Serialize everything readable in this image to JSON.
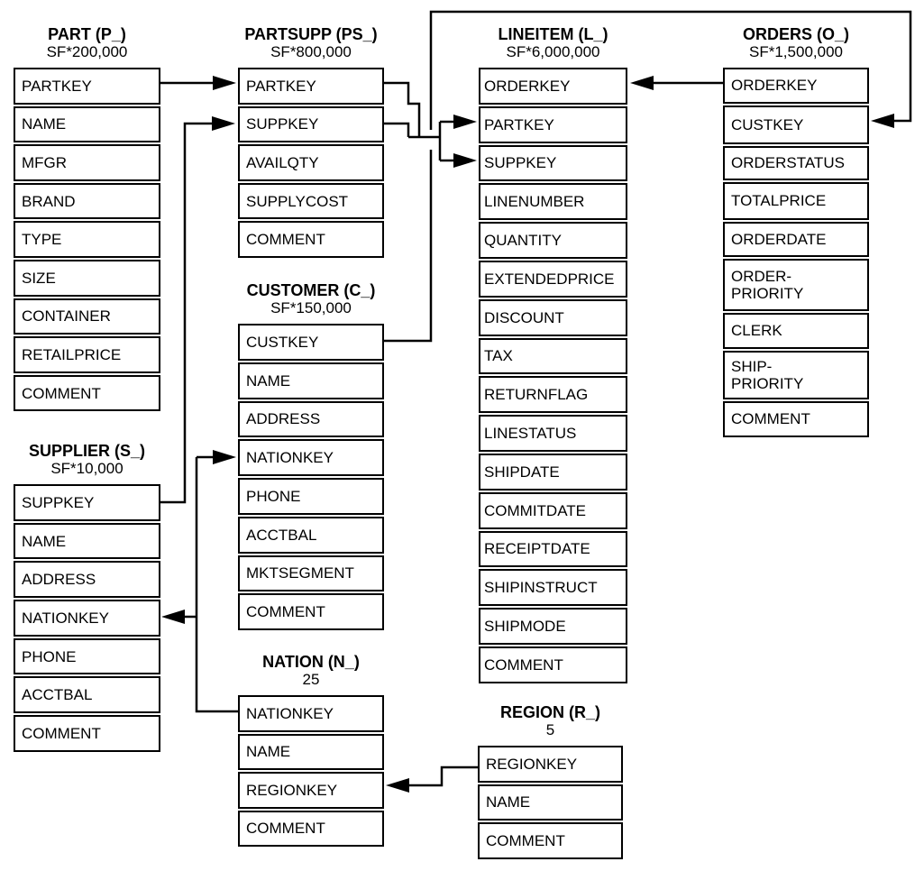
{
  "tables": {
    "part": {
      "title": "PART (P_)",
      "cardinality": "SF*200,000",
      "fields": [
        "PARTKEY",
        "NAME",
        "MFGR",
        "BRAND",
        "TYPE",
        "SIZE",
        "CONTAINER",
        "RETAILPRICE",
        "COMMENT"
      ]
    },
    "partsupp": {
      "title": "PARTSUPP (PS_)",
      "cardinality": "SF*800,000",
      "fields": [
        "PARTKEY",
        "SUPPKEY",
        "AVAILQTY",
        "SUPPLYCOST",
        "COMMENT"
      ]
    },
    "lineitem": {
      "title": "LINEITEM (L_)",
      "cardinality": "SF*6,000,000",
      "fields": [
        "ORDERKEY",
        "PARTKEY",
        "SUPPKEY",
        "LINENUMBER",
        "QUANTITY",
        "EXTENDEDPRICE",
        "DISCOUNT",
        "TAX",
        "RETURNFLAG",
        "LINESTATUS",
        "SHIPDATE",
        "COMMITDATE",
        "RECEIPTDATE",
        "SHIPINSTRUCT",
        "SHIPMODE",
        "COMMENT"
      ]
    },
    "orders": {
      "title": "ORDERS (O_)",
      "cardinality": "SF*1,500,000",
      "fields": [
        "ORDERKEY",
        "CUSTKEY",
        "ORDERSTATUS",
        "TOTALPRICE",
        "ORDERDATE",
        "ORDER-\nPRIORITY",
        "CLERK",
        "SHIP-\nPRIORITY",
        "COMMENT"
      ]
    },
    "customer": {
      "title": "CUSTOMER (C_)",
      "cardinality": "SF*150,000",
      "fields": [
        "CUSTKEY",
        "NAME",
        "ADDRESS",
        "NATIONKEY",
        "PHONE",
        "ACCTBAL",
        "MKTSEGMENT",
        "COMMENT"
      ]
    },
    "supplier": {
      "title": "SUPPLIER (S_)",
      "cardinality": "SF*10,000",
      "fields": [
        "SUPPKEY",
        "NAME",
        "ADDRESS",
        "NATIONKEY",
        "PHONE",
        "ACCTBAL",
        "COMMENT"
      ]
    },
    "nation": {
      "title": "NATION (N_)",
      "cardinality": "25",
      "fields": [
        "NATIONKEY",
        "NAME",
        "REGIONKEY",
        "COMMENT"
      ]
    },
    "region": {
      "title": "REGION (R_)",
      "cardinality": "5",
      "fields": [
        "REGIONKEY",
        "NAME",
        "COMMENT"
      ]
    }
  },
  "relationships": [
    {
      "from": "PART.PARTKEY",
      "to": "PARTSUPP.PARTKEY"
    },
    {
      "from": "SUPPLIER.SUPPKEY",
      "to": "PARTSUPP.SUPPKEY"
    },
    {
      "from": "PARTSUPP.PARTKEY",
      "to": "LINEITEM.PARTKEY"
    },
    {
      "from": "PARTSUPP.SUPPKEY",
      "to": "LINEITEM.SUPPKEY"
    },
    {
      "from": "ORDERS.ORDERKEY",
      "to": "LINEITEM.ORDERKEY"
    },
    {
      "from": "CUSTOMER.CUSTKEY",
      "to": "ORDERS.CUSTKEY"
    },
    {
      "from": "NATION.NATIONKEY",
      "to": "CUSTOMER.NATIONKEY"
    },
    {
      "from": "NATION.NATIONKEY",
      "to": "SUPPLIER.NATIONKEY"
    },
    {
      "from": "REGION.REGIONKEY",
      "to": "NATION.REGIONKEY"
    }
  ],
  "line_color": "#000000",
  "background_color": "#ffffff"
}
